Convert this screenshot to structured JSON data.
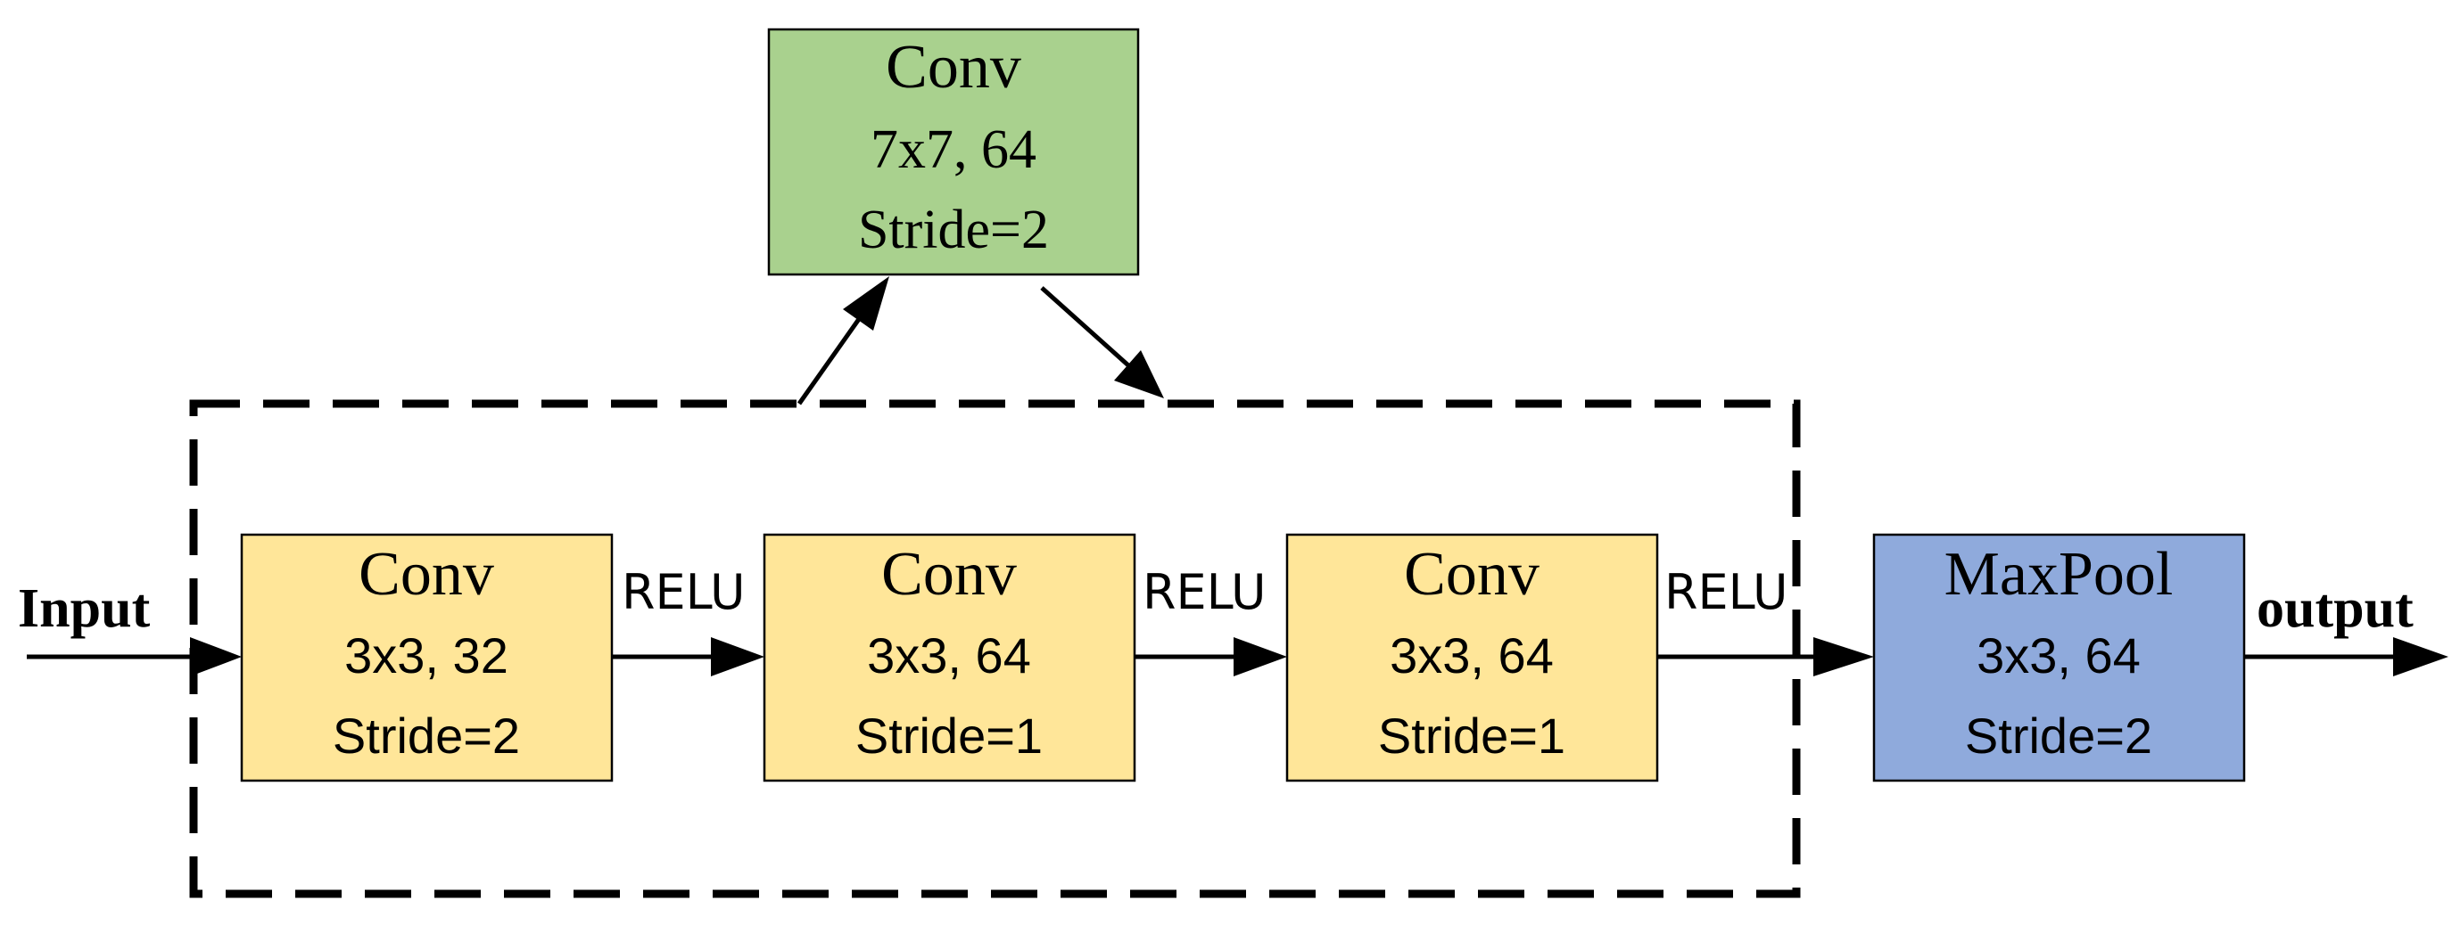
{
  "input_label": "Input",
  "output_label": "output",
  "relu_label": "RELU",
  "colors": {
    "conv_fill": "#FFE699",
    "top_conv_fill": "#A9D18E",
    "maxpool_fill": "#8FAADC",
    "box_stroke": "#000000",
    "edge": "#000000"
  },
  "nodes": {
    "top_conv": {
      "title": "Conv",
      "size": "7x7, 64",
      "stride": "Stride=2"
    },
    "conv1": {
      "title": "Conv",
      "size": "3x3, 32",
      "stride": "Stride=2"
    },
    "conv2": {
      "title": "Conv",
      "size": "3x3, 64",
      "stride": "Stride=1"
    },
    "conv3": {
      "title": "Conv",
      "size": "3x3, 64",
      "stride": "Stride=1"
    },
    "maxpool": {
      "title": "MaxPool",
      "size": "3x3, 64",
      "stride": "Stride=2"
    }
  }
}
